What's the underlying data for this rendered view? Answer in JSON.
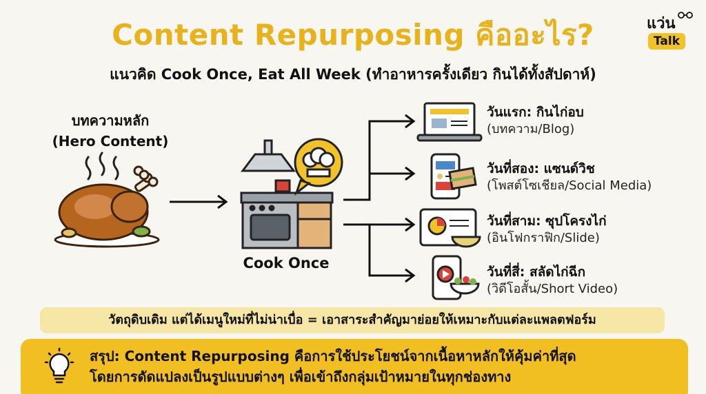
{
  "header": {
    "title": "Content Repurposing คืออะไร?",
    "subtitle": "แนวคิด Cook Once, Eat All Week (ทำอาหารครั้งเดียว กินได้ทั้งสัปดาห์)"
  },
  "brand": {
    "name": "แว่น",
    "tag": "Talk"
  },
  "hero": {
    "label_line1": "บทความหลัก",
    "label_line2": "(Hero Content)"
  },
  "cook": {
    "label": "Cook Once"
  },
  "outputs": [
    {
      "title": "วันแรก: กินไก่อบ",
      "desc": "(บทความ/Blog)"
    },
    {
      "title": "วันที่สอง: แซนด์วิช",
      "desc": "(โพสต์โซเชียล/Social Media)"
    },
    {
      "title": "วันที่สาม: ซุปโครงไก่",
      "desc": "(อินโฟกราฟิก/Slide)"
    },
    {
      "title": "วันที่สี่: สลัดไก่ฉีก",
      "desc": "(วิดีโอสั้น/Short Video)"
    }
  ],
  "banner": {
    "text": "วัตถุดิบเดิม แต่ได้เมนูใหม่ที่ไม่น่าเบื่อ = เอาสาระสำคัญมาย่อยให้เหมาะกับแต่ละแพลตฟอร์ม"
  },
  "summary": {
    "line1": "สรุป: Content Repurposing คือการใช้ประโยชน์จากเนื้อหาหลักให้คุ้มค่าที่สุด",
    "line2": "โดยการดัดแปลงเป็นรูปแบบต่างๆ เพื่อเข้าถึงกลุ่มเป้าหมายในทุกช่องทาง"
  },
  "colors": {
    "accent": "#e8b21c",
    "summary_bg": "#f2bf22",
    "banner_bg": "#f6e7a7",
    "background": "#f8f6f1"
  }
}
